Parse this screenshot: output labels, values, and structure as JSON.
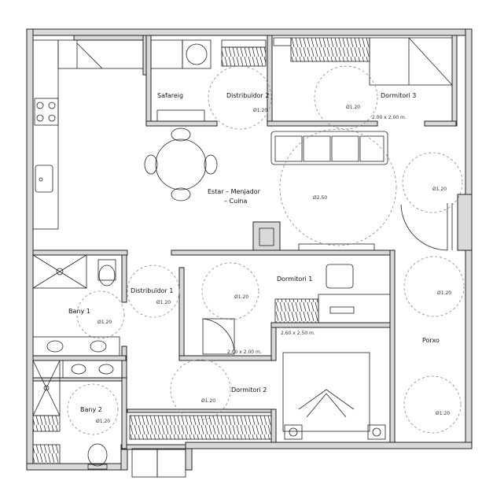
{
  "rooms": {
    "safareig": "Safareig",
    "distribuidor_2": "Distribuïdor 2",
    "dormitori_3": "Dormitori 3",
    "estar_line1": "Estar – Menjador",
    "estar_line2": "– Cuina",
    "dormitori_1": "Dormitori 1",
    "distribuidor_1": "Distribuïdor 1",
    "bany_1": "Bany 1",
    "porxo": "Porxo",
    "dormitori_2": "Dormitori 2",
    "bany_2": "Bany 2"
  },
  "turning_circles": {
    "distribuidor_2": "Ø1.20",
    "dormitori_3": "Ø1.20",
    "estar": "Ø2.50",
    "right_upper": "Ø1.20",
    "dormitori_1": "Ø1.20",
    "distribuidor_1": "Ø1.20",
    "bany_1": "Ø1.20",
    "porxo_upper": "Ø1.20",
    "dormitori_2": "Ø1.20",
    "porxo_lower": "Ø1.20",
    "bany_2": "Ø1.20"
  },
  "dimensions": {
    "dormitori_3": "2.00 x 2.00 m.",
    "dormitori_1": "2.00 x 2.00 m.",
    "dormitori_2": "2.60 x 2.50 m."
  }
}
